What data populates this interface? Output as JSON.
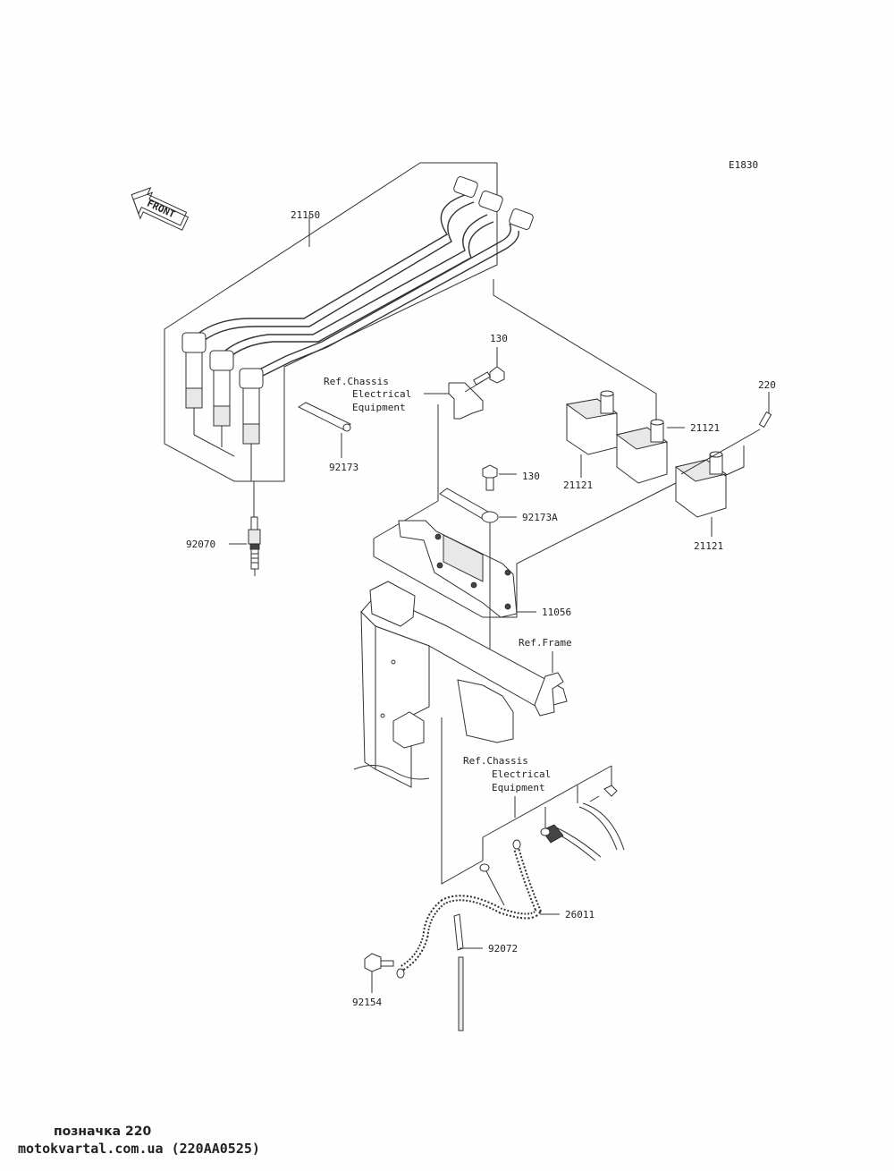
{
  "diagram_code": "E1830",
  "direction_label": "FRONT",
  "labels": {
    "p21150": "21150",
    "p130a": "130",
    "p130b": "130",
    "p220": "220",
    "p21121a": "21121",
    "p21121b": "21121",
    "p21121c": "21121",
    "p92173": "92173",
    "p92173a": "92173A",
    "p92070": "92070",
    "p11056": "11056",
    "p26011": "26011",
    "p92072": "92072",
    "p92154": "92154"
  },
  "refs": {
    "chassis_top": [
      "Ref.Chassis",
      "Electrical",
      "Equipment"
    ],
    "frame": "Ref.Frame",
    "chassis_bottom": [
      "Ref.Chassis",
      "Electrical",
      "Equipment"
    ]
  },
  "footer": {
    "line1": "позначка 220",
    "line2": "motokvartal.com.ua (220AA0525)"
  }
}
